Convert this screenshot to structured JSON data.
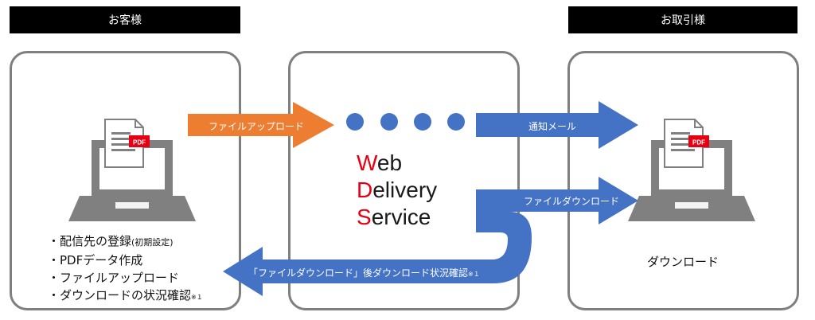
{
  "headers": {
    "client": "お客様",
    "partner": "お取引様"
  },
  "arrows": {
    "upload": "ファイルアップロード",
    "notify": "通知メール",
    "download": "ファイルダウンロード",
    "status_check": "「ファイルダウンロード」後ダウンロード状況確認",
    "status_check_note": "※１"
  },
  "service": {
    "line1_first": "W",
    "line1_rest": "eb",
    "line2_first": "D",
    "line2_rest": "elivery",
    "line3_first": "S",
    "line3_rest": "ervice"
  },
  "pdf_badge": "PDF",
  "client_tasks": {
    "item1_main": "・配信先の登録",
    "item1_sub": "(初期設定)",
    "item2": "・PDFデータ作成",
    "item3": "・ファイルアップロード",
    "item4_main": "・ダウンロードの状況確認",
    "item4_note": "※１"
  },
  "partner_action": "ダウンロード",
  "colors": {
    "orange_arrow": "#ed7d31",
    "blue_arrow": "#4472c4",
    "brand_initial": "#e60012",
    "panel_border": "#7f7f7f",
    "laptop": "#808080"
  }
}
